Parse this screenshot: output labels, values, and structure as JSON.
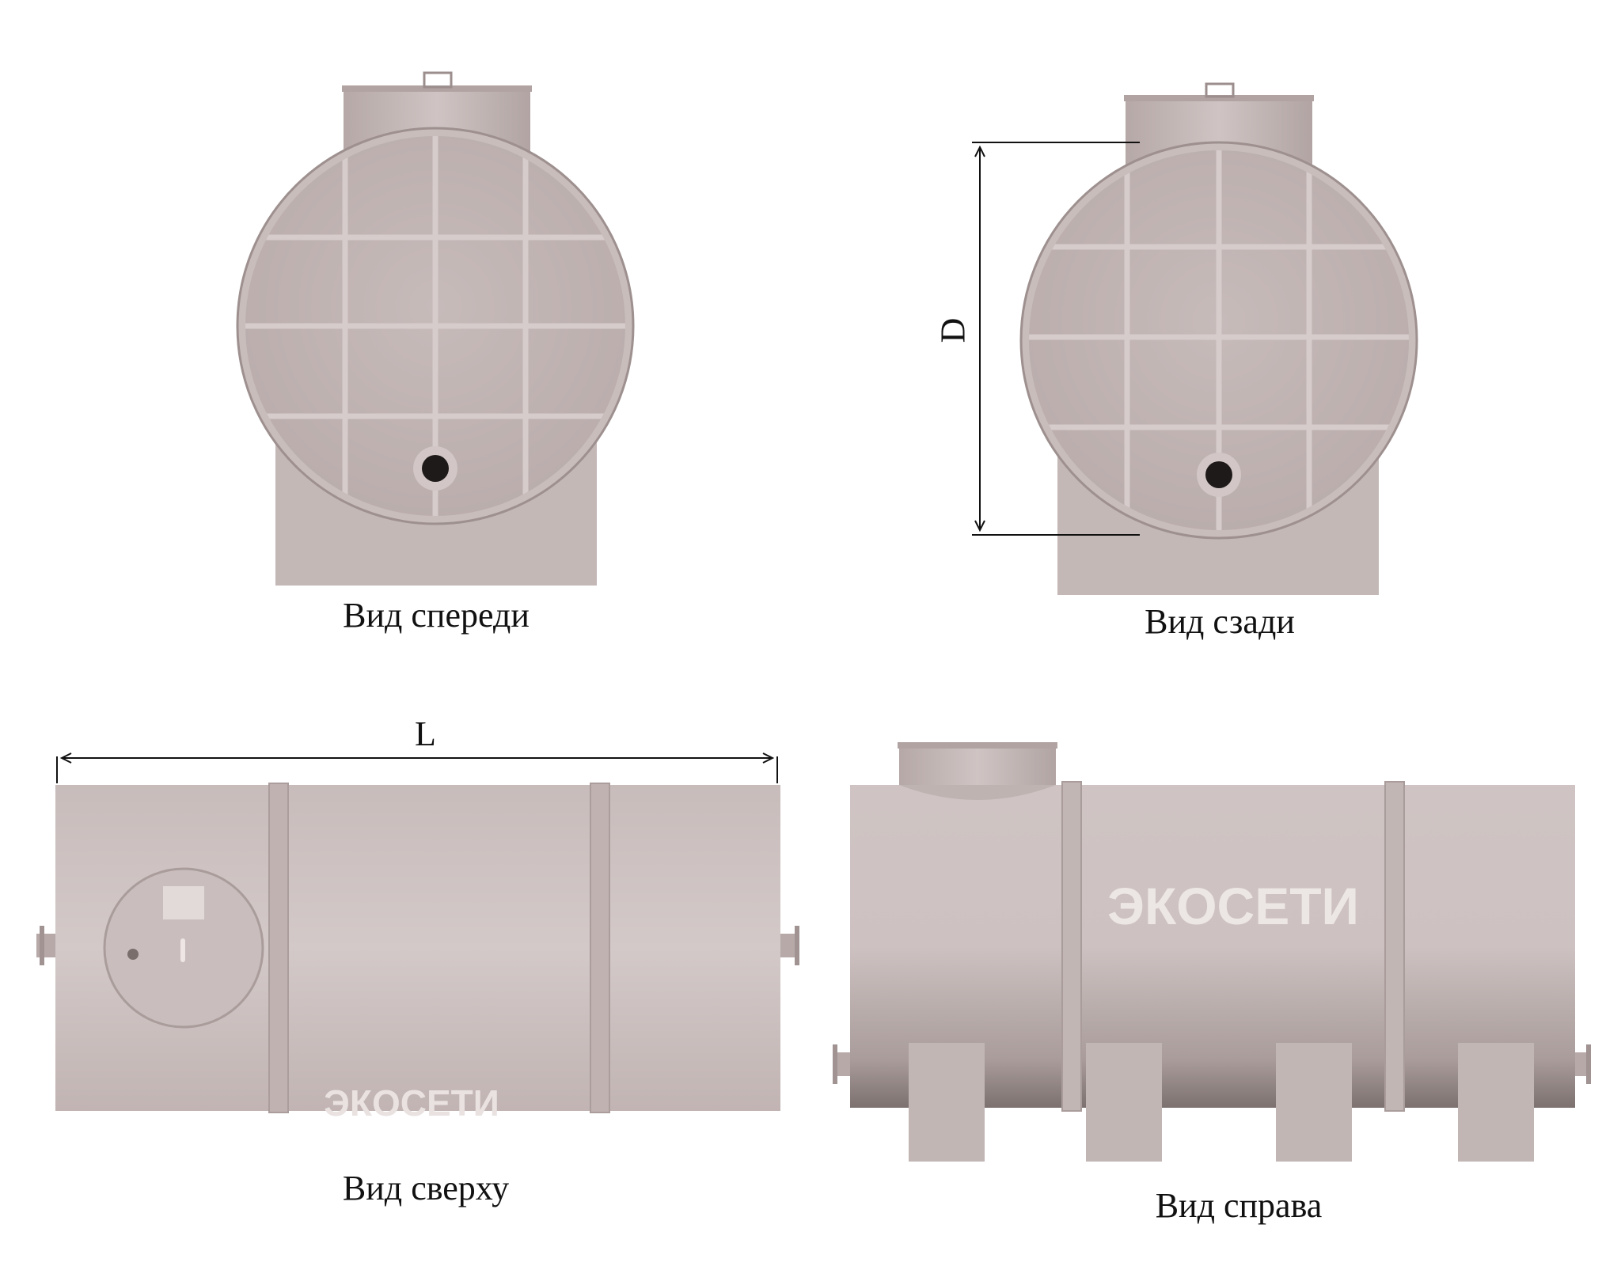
{
  "captions": {
    "front": "Вид спереди",
    "back": "Вид сзади",
    "top": "Вид сверху",
    "side": "Вид справа"
  },
  "dimensions": {
    "diameter": "D",
    "length": "L"
  },
  "brand": {
    "side_logo": "ЭКОСЕТИ",
    "top_logo": "ЭКОСЕТИ"
  },
  "colors": {
    "tank_body": "#c4b7b6",
    "tank_shadow": "#8f8382",
    "tank_light": "#d9cfce",
    "grid_rib": "#bdb0af",
    "hole": "#1e1a1a"
  }
}
